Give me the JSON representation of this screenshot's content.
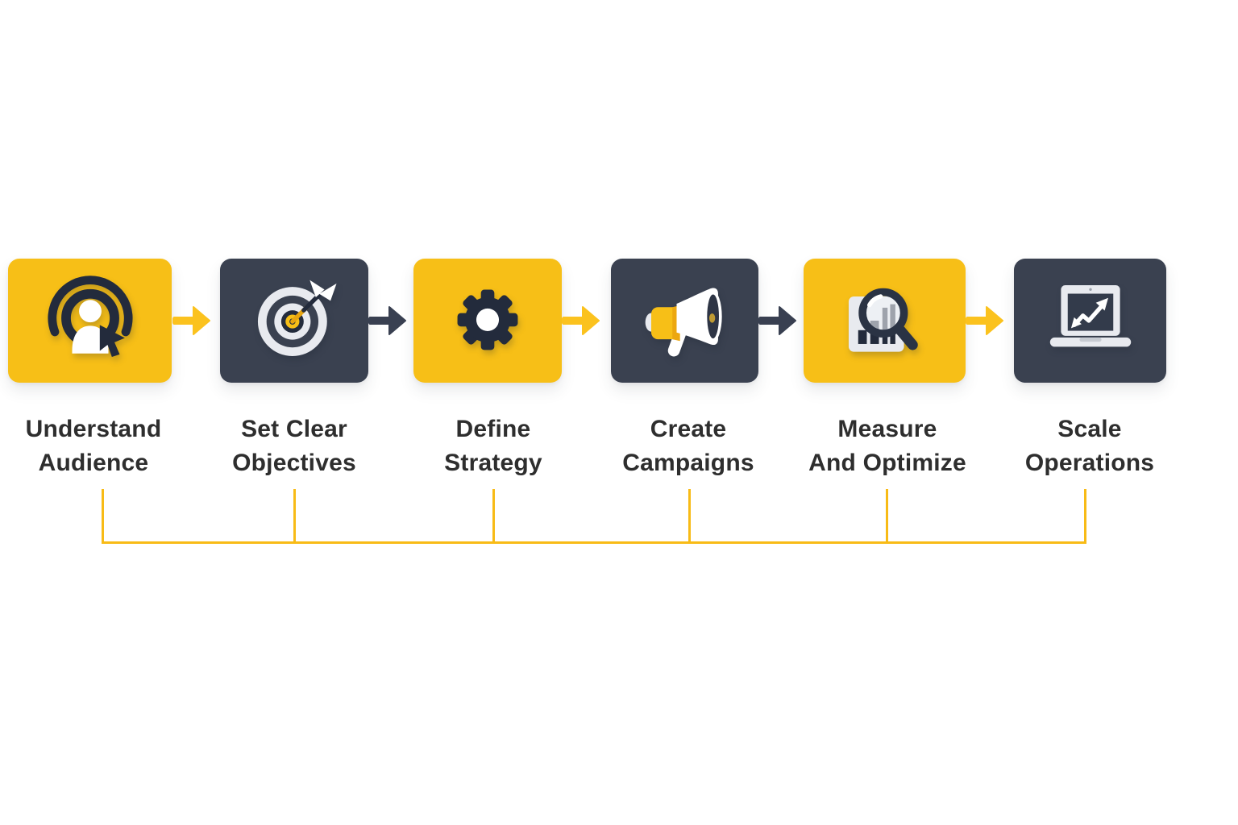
{
  "diagram": {
    "background": "#FFFFFF",
    "colors": {
      "box_yellow": "#F7BF17",
      "box_dark": "#3A4150",
      "arrow_yellow": "#FBC21E",
      "arrow_dark": "#394051",
      "icon_dark": "#232B3C",
      "icon_light": "#E8EAEF",
      "label_text": "#2E2E2E",
      "bracket_line": "#F8BB16"
    },
    "steps": [
      {
        "label_line1": "Understand",
        "label_line2": "Audience",
        "box_style": "yellow",
        "icon": "audience-icon"
      },
      {
        "label_line1": "Set Clear",
        "label_line2": "Objectives",
        "box_style": "dark",
        "icon": "target-icon"
      },
      {
        "label_line1": "Define",
        "label_line2": "Strategy",
        "box_style": "yellow",
        "icon": "gear-icon"
      },
      {
        "label_line1": "Create",
        "label_line2": "Campaigns",
        "box_style": "dark",
        "icon": "megaphone-icon"
      },
      {
        "label_line1": "Measure",
        "label_line2": "And Optimize",
        "box_style": "yellow",
        "icon": "analytics-icon"
      },
      {
        "label_line1": "Scale",
        "label_line2": "Operations",
        "box_style": "dark",
        "icon": "laptop-growth-icon"
      }
    ],
    "arrow_colors_between_steps": [
      "yellow",
      "dark",
      "yellow",
      "dark",
      "yellow"
    ]
  }
}
